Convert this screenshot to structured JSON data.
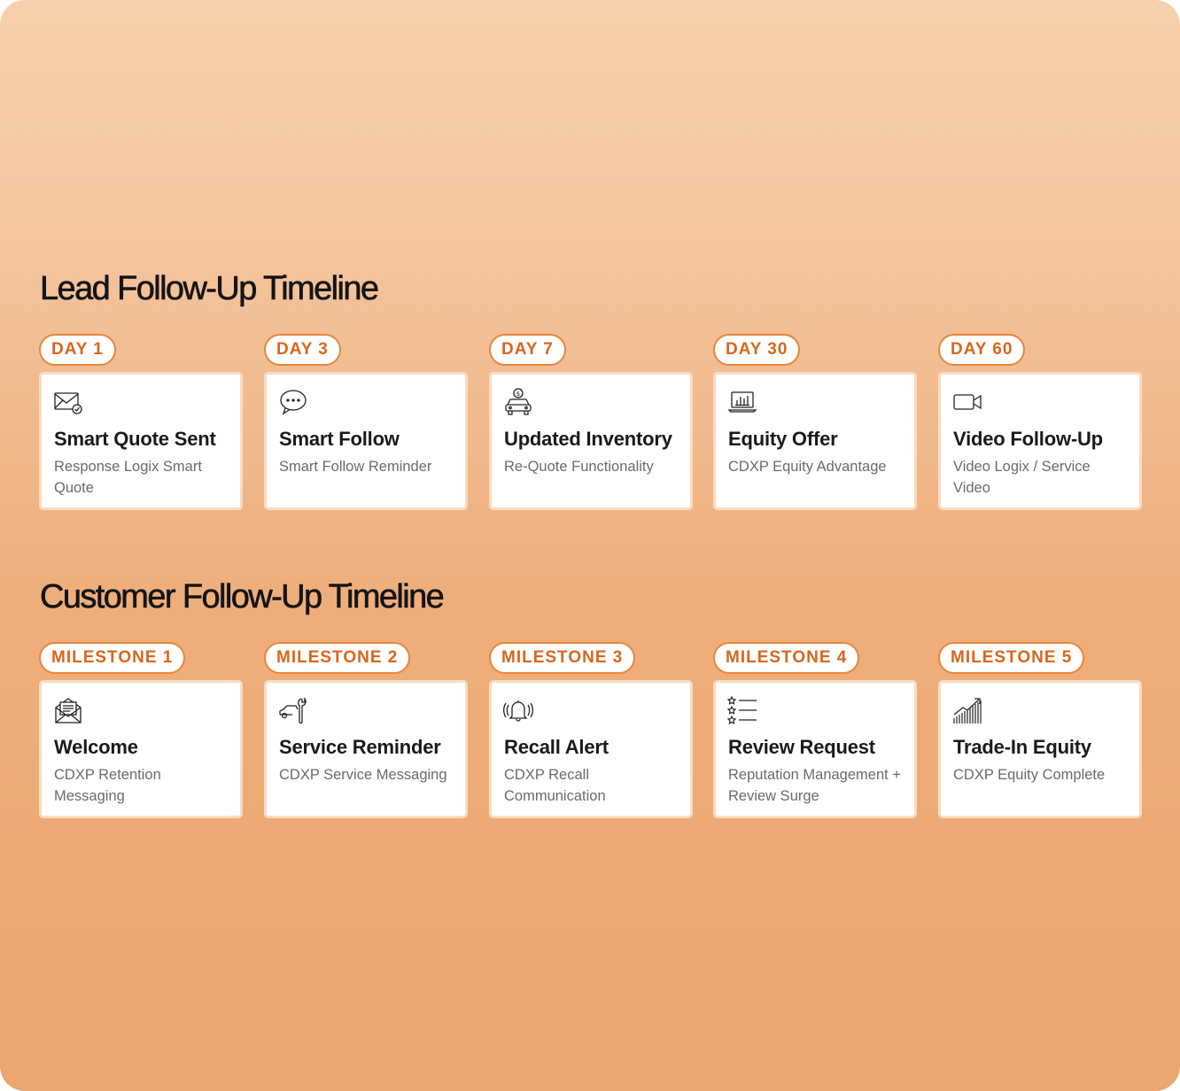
{
  "lead_timeline": {
    "title": "Lead Follow-Up Timeline",
    "items": [
      {
        "label": "DAY 1",
        "icon": "mail-check-icon",
        "title": "Smart Quote Sent",
        "subtitle": "Response Logix Smart Quote"
      },
      {
        "label": "DAY 3",
        "icon": "chat-bubble-icon",
        "title": "Smart Follow",
        "subtitle": "Smart Follow Reminder"
      },
      {
        "label": "DAY 7",
        "icon": "car-dollar-icon",
        "title": "Updated Inventory",
        "subtitle": "Re-Quote Functionality"
      },
      {
        "label": "DAY 30",
        "icon": "laptop-chart-icon",
        "title": "Equity Offer",
        "subtitle": "CDXP Equity Advantage"
      },
      {
        "label": "DAY 60",
        "icon": "video-camera-icon",
        "title": "Video Follow-Up",
        "subtitle": "Video Logix / Service Video"
      }
    ]
  },
  "customer_timeline": {
    "title": "Customer Follow-Up Timeline",
    "items": [
      {
        "label": "MILESTONE 1",
        "icon": "open-envelope-icon",
        "title": "Welcome",
        "subtitle": "CDXP Retention Messaging"
      },
      {
        "label": "MILESTONE 2",
        "icon": "car-wrench-icon",
        "title": "Service Reminder",
        "subtitle": "CDXP Service Messaging"
      },
      {
        "label": "MILESTONE 3",
        "icon": "ringing-bell-icon",
        "title": "Recall Alert",
        "subtitle": "CDXP Recall Communication"
      },
      {
        "label": "MILESTONE 4",
        "icon": "star-list-icon",
        "title": "Review Request",
        "subtitle": "Reputation Management + Review Surge"
      },
      {
        "label": "MILESTONE 5",
        "icon": "growth-bars-icon",
        "title": "Trade-In Equity",
        "subtitle": "CDXP Equity Complete"
      }
    ]
  },
  "colors": {
    "accent": "#e6863a",
    "accent_text": "#d9661c",
    "background_top": "#f6d0ac",
    "background_bottom": "#eca66f"
  }
}
